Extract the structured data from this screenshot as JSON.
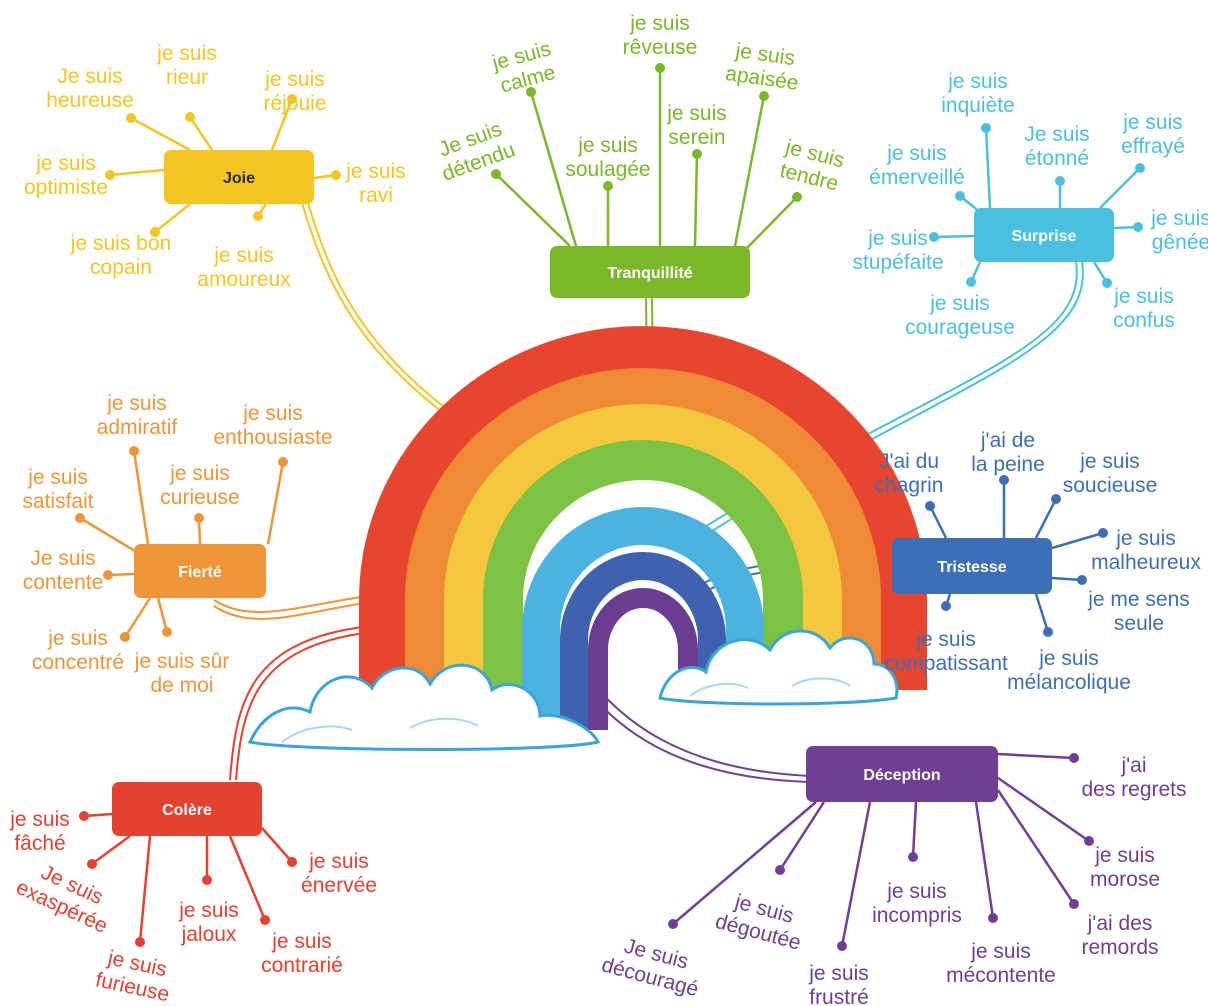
{
  "colors": {
    "joie": "#f5c523",
    "tranquillite": "#7ab829",
    "surprise": "#4bbfe0",
    "fierte": "#f0943a",
    "tristesse": "#3d6fb6",
    "colere": "#e4412f",
    "deception": "#6f3f96",
    "rainbow_red": "#e8452e",
    "rainbow_orange": "#f08a35",
    "rainbow_yellow": "#f3c83c",
    "rainbow_green": "#7cc243",
    "rainbow_blue": "#4ab3e0",
    "rainbow_indigo": "#3e62ad",
    "rainbow_violet": "#6a3c92",
    "cloud_outline": "#3aa5d8",
    "cloud_fill": "#ffffff"
  },
  "nodes": {
    "joie": {
      "label": "Joie",
      "items": [
        {
          "line1": "Je suis",
          "line2": "heureuse"
        },
        {
          "line1": "je suis",
          "line2": "rieur"
        },
        {
          "line1": "je suis",
          "line2": "réjouie"
        },
        {
          "line1": "je suis",
          "line2": "optimiste"
        },
        {
          "line1": "je suis",
          "line2": "ravi"
        },
        {
          "line1": "je suis bon",
          "line2": "copain"
        },
        {
          "line1": "je suis",
          "line2": "amoureux"
        }
      ]
    },
    "tranquillite": {
      "label": "Tranquillité",
      "items": [
        {
          "line1": "Je suis",
          "line2": "détendu"
        },
        {
          "line1": "je suis",
          "line2": "calme"
        },
        {
          "line1": "je suis",
          "line2": "soulagée"
        },
        {
          "line1": "je suis",
          "line2": "rêveuse"
        },
        {
          "line1": "je suis",
          "line2": "serein"
        },
        {
          "line1": "je suis",
          "line2": "apaisée"
        },
        {
          "line1": "je suis",
          "line2": "tendre"
        }
      ]
    },
    "surprise": {
      "label": "Surprise",
      "items": [
        {
          "line1": "je suis",
          "line2": "inquiète"
        },
        {
          "line1": "je suis",
          "line2": "émerveillé"
        },
        {
          "line1": "Je suis",
          "line2": "étonné"
        },
        {
          "line1": "je suis",
          "line2": "effrayé"
        },
        {
          "line1": "je suis",
          "line2": "stupéfaite"
        },
        {
          "line1": "je suis",
          "line2": "gênée"
        },
        {
          "line1": "je suis",
          "line2": "courageuse"
        },
        {
          "line1": "je suis",
          "line2": "confus"
        }
      ]
    },
    "fierte": {
      "label": "Fierté",
      "items": [
        {
          "line1": "je suis",
          "line2": "admiratif"
        },
        {
          "line1": "je suis",
          "line2": "enthousiaste"
        },
        {
          "line1": "je suis",
          "line2": "satisfait"
        },
        {
          "line1": "je suis",
          "line2": "curieuse"
        },
        {
          "line1": "Je suis",
          "line2": "contente"
        },
        {
          "line1": "je suis",
          "line2": "concentré"
        },
        {
          "line1": "je suis sûr",
          "line2": "de moi"
        }
      ]
    },
    "tristesse": {
      "label": "Tristesse",
      "items": [
        {
          "line1": "J'ai du",
          "line2": "chagrin"
        },
        {
          "line1": "j'ai de",
          "line2": "la peine"
        },
        {
          "line1": "je suis",
          "line2": "soucieuse"
        },
        {
          "line1": "je suis",
          "line2": "malheureux"
        },
        {
          "line1": "je me sens",
          "line2": "seule"
        },
        {
          "line1": "je suis",
          "line2": "compatissant"
        },
        {
          "line1": "je suis",
          "line2": "mélancolique"
        }
      ]
    },
    "colere": {
      "label": "Colère",
      "items": [
        {
          "line1": "je suis",
          "line2": "fâché"
        },
        {
          "line1": "Je suis",
          "line2": "exaspérée"
        },
        {
          "line1": "je suis",
          "line2": "furieuse"
        },
        {
          "line1": "je suis",
          "line2": "jaloux"
        },
        {
          "line1": "je suis",
          "line2": "contrarié"
        },
        {
          "line1": "je suis",
          "line2": "énervée"
        }
      ]
    },
    "deception": {
      "label": "Déception",
      "items": [
        {
          "line1": "j'ai",
          "line2": "des regrets"
        },
        {
          "line1": "je suis",
          "line2": "morose"
        },
        {
          "line1": "j'ai des",
          "line2": "remords"
        },
        {
          "line1": "je suis",
          "line2": "mécontente"
        },
        {
          "line1": "je suis",
          "line2": "incompris"
        },
        {
          "line1": "je suis",
          "line2": "frustré"
        },
        {
          "line1": "je suis",
          "line2": "dégoutée"
        },
        {
          "line1": "Je suis",
          "line2": "découragé"
        }
      ]
    }
  }
}
